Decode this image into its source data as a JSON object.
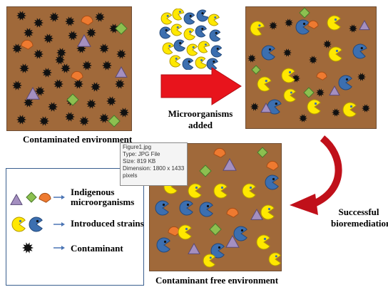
{
  "captions": {
    "contaminated": "Contaminated environment",
    "microbes_added": "Microorganisms\nadded",
    "contaminant_free": "Contaminant free environment",
    "success": "Successful\nbioremediation"
  },
  "legend": {
    "indigenous": "Indigenous\nmicroorganisms",
    "introduced": "Introduced strains",
    "contaminant": "Contaminant"
  },
  "tooltip": {
    "name": "Figure1.jpg",
    "type": "Type: JPG File",
    "size": "Size: 819 KB",
    "dimension": "Dimension: 1800 x 1433",
    "pixels": "pixels"
  },
  "colors": {
    "soil": "#a0693a",
    "contaminant": "#111111",
    "indigenous_triangle": "#a48fc0",
    "indigenous_diamond": "#8cc050",
    "indigenous_half_circle": "#ee7a30",
    "introduced_yellow": "#ffe800",
    "introduced_blue": "#3c6fb0",
    "arrow_red": "#e8141c",
    "legend_arrow": "#4a74b4"
  },
  "icons": [
    "contaminant-blob-icon",
    "triangle-icon",
    "diamond-icon",
    "half-circle-icon",
    "pacman-yellow-icon",
    "pacman-blue-icon",
    "red-arrow-icon",
    "curved-arrow-icon"
  ]
}
